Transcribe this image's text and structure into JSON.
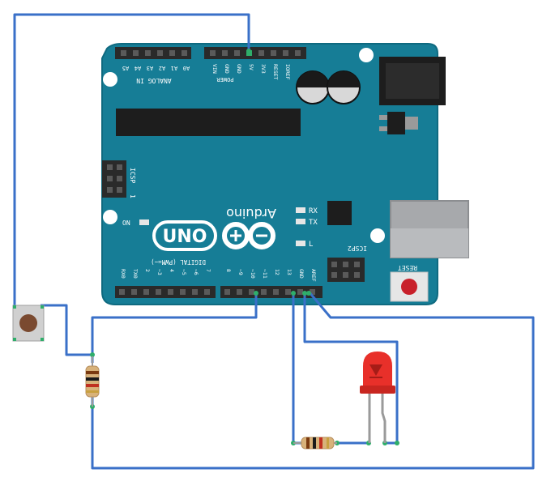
{
  "board": {
    "analog_header_label": "ANALOG IN",
    "analog_pins": [
      "A5",
      "A4",
      "A3",
      "A2",
      "A1",
      "A0"
    ],
    "power_header_label": "POWER",
    "power_pins": [
      "VIN",
      "GND",
      "GND",
      "5V",
      "3V3",
      "RESET",
      "IOREF"
    ],
    "logo_brand": "Arduino",
    "logo_model": "UNO",
    "icsp_label": "ICSP",
    "icsp2_label": "ICSP2",
    "icsp_pin_marker": "1",
    "on_label": "ON",
    "rx_label": "RX",
    "tx_label": "TX",
    "l_label": "L",
    "reset_label": "RESET",
    "digital_header_label": "DIGITAL (PWM=~)",
    "digital_pins_low": [
      "RX0",
      "TX0",
      "2",
      "~3",
      "4",
      "~5",
      "~6",
      "7"
    ],
    "digital_pins_high": [
      "8",
      "~9",
      "~10",
      "~11",
      "12",
      "13",
      "GND",
      "AREF"
    ],
    "colors": {
      "board": "#167d96",
      "board_edge": "#0f6a80",
      "header": "#2a2a2a",
      "wire": "#3a70c8",
      "wire_end": "#2fae6a",
      "led": "#e8302a",
      "button_cap": "#7a4a30",
      "usb": "#a7a9ac",
      "jack": "#1d1d1d"
    }
  }
}
